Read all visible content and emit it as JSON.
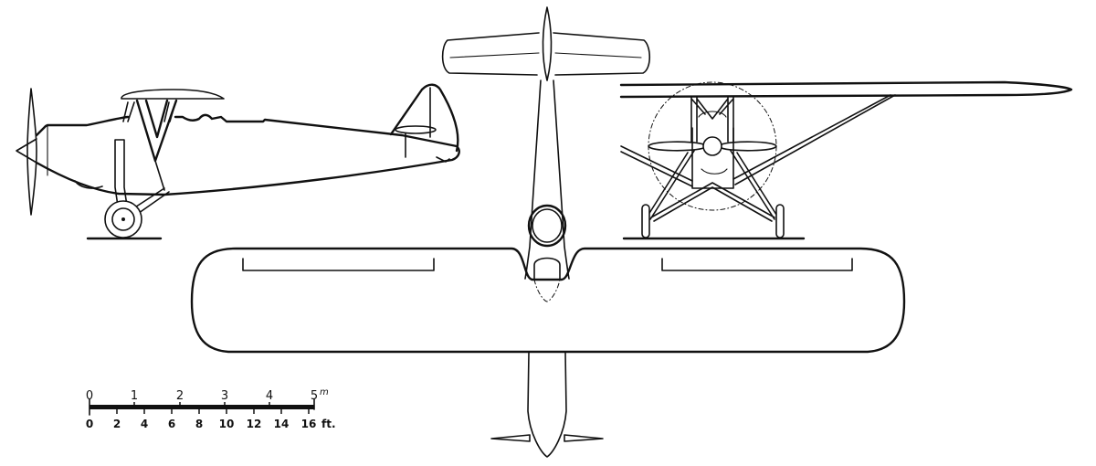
{
  "drawing": {
    "type": "three-view aircraft general arrangement",
    "views": [
      {
        "name": "side-view",
        "label": ""
      },
      {
        "name": "plan-view",
        "label": ""
      },
      {
        "name": "front-view",
        "label": ""
      }
    ],
    "ink_color": "#111111",
    "background_color": "#ffffff"
  },
  "scale_bar": {
    "metric_unit": "m",
    "metric_ticks": [
      "0",
      "1",
      "2",
      "3",
      "4",
      "5"
    ],
    "imperial_unit": "ft.",
    "imperial_ticks": [
      "0",
      "2",
      "4",
      "6",
      "8",
      "10",
      "12",
      "14",
      "16"
    ]
  }
}
